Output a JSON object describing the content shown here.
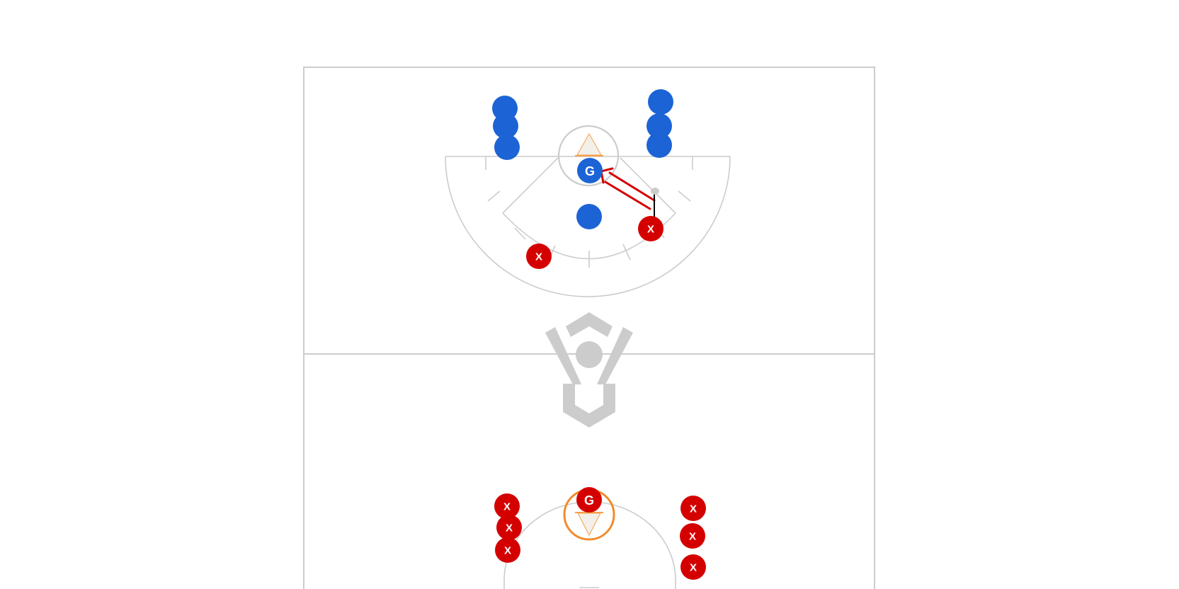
{
  "colors": {
    "background": "#ffffff",
    "field_lines": "#cccccc",
    "logo": "#cccccc",
    "offense": "#1c63d6",
    "defense": "#d40000",
    "goal_cone": "#f5a04a",
    "goal_cone_fill": "#f3efe9",
    "crease_highlight": "#f28a2a",
    "pass_arrow": "#d40000",
    "stick": "#000000"
  },
  "players": {
    "offense_goalie_label": "G",
    "defense_goalie_label": "G",
    "defender_label": "X"
  },
  "icons": {
    "top_goal": "goal-triangle-icon",
    "bottom_goal": "goal-triangle-icon",
    "center_logo": "lacrosse-player-logo-icon",
    "pass": "pass-arrow-icon"
  }
}
